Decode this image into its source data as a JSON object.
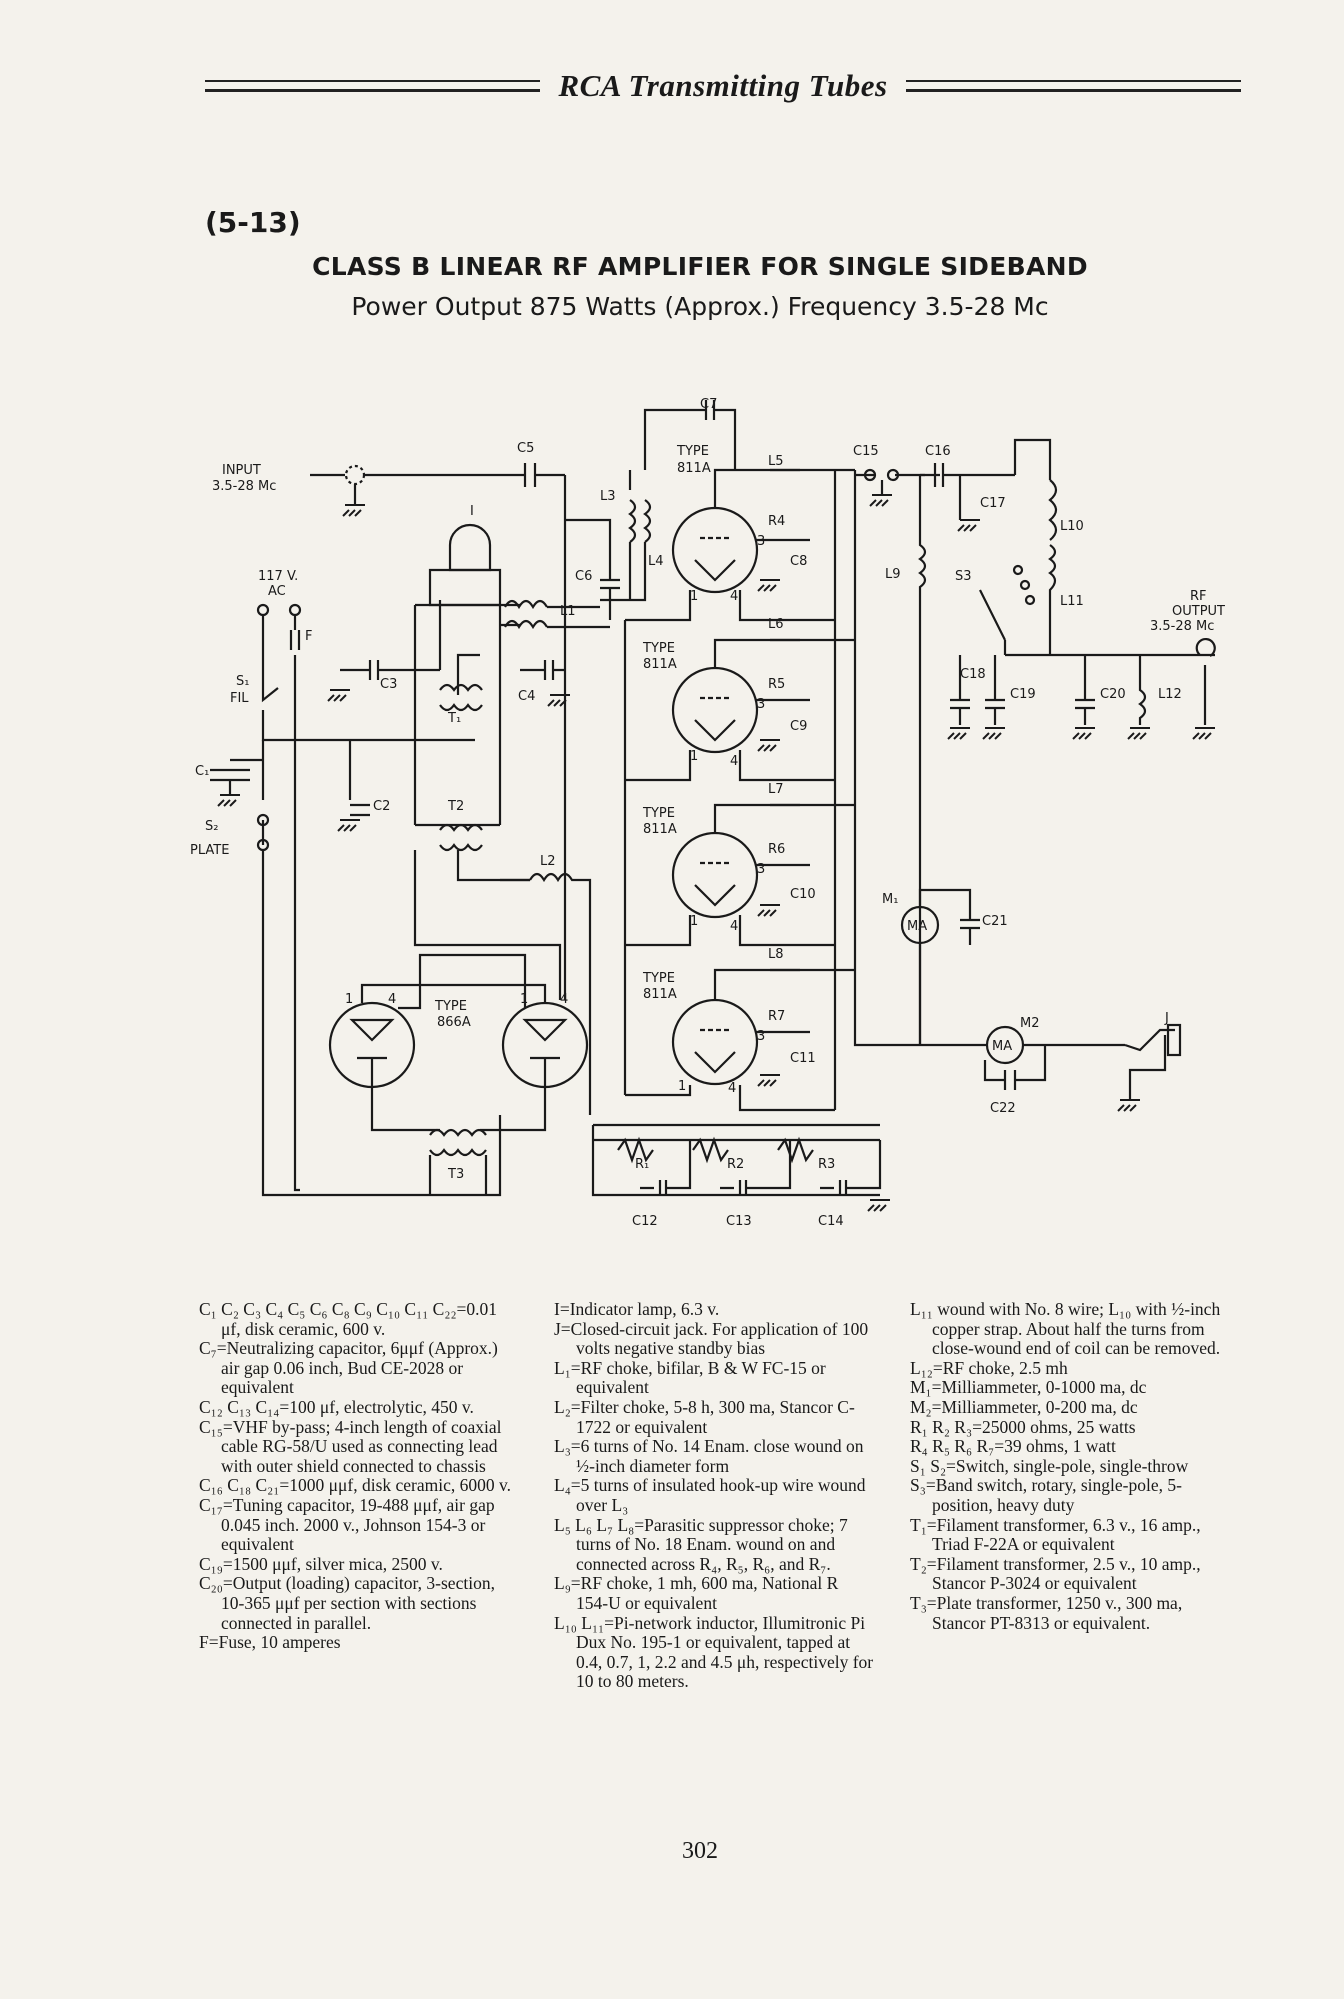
{
  "running_head": "RCA Transmitting Tubes",
  "figure": {
    "number": "(5-13)",
    "title": "CLASS B LINEAR RF AMPLIFIER FOR SINGLE SIDEBAND",
    "subtitle": "Power Output 875 Watts (Approx.) Frequency 3.5-28 Mc"
  },
  "schematic_labels": {
    "input": "INPUT",
    "input_freq": "3.5-28 Mc",
    "ac_supply": "117 V.",
    "ac": "AC",
    "fuse": "F",
    "s1": "S₁",
    "fil": "FIL",
    "c1": "C₁",
    "s2": "S₂",
    "plate": "PLATE",
    "lamp": "I",
    "c2": "C2",
    "c3": "C3",
    "c4": "C4",
    "c5": "C5",
    "c6": "C6",
    "c7": "C7",
    "c8": "C8",
    "c9": "C9",
    "c10": "C10",
    "c11": "C11",
    "c12": "C12",
    "c13": "C13",
    "c14": "C14",
    "c15": "C15",
    "c16": "C16",
    "c17": "C17",
    "c18": "C18",
    "c19": "C19",
    "c20": "C20",
    "c21": "C21",
    "c22": "C22",
    "l1": "L1",
    "l2": "L2",
    "l3": "L3",
    "l4": "L4",
    "l5": "L5",
    "l6": "L6",
    "l7": "L7",
    "l8": "L8",
    "l9": "L9",
    "l10": "L10",
    "l11": "L11",
    "l12": "L12",
    "t1": "T₁",
    "t2": "T2",
    "t3": "T3",
    "r1": "R₁",
    "r2": "R2",
    "r3": "R3",
    "r4": "R4",
    "r5": "R5",
    "r6": "R6",
    "r7": "R7",
    "m1": "M₁",
    "m2": "M2",
    "meter": "MA",
    "j": "J",
    "s3": "S3",
    "tube_type": "TYPE",
    "tube_811a": "811A",
    "tube_866a": "866A",
    "pin1": "1",
    "pin3": "3",
    "pin4": "4",
    "rf_output": "RF",
    "output": "OUTPUT",
    "output_freq": "3.5-28 Mc"
  },
  "legend_columns": [
    [
      "C₁ C₂ C₃ C₄ C₅ C₆ C₈ C₉ C₁₀ C₁₁ C₂₂=0.01 μf, disk ceramic, 600 v.",
      "C₇=Neutralizing capacitor, 6μμf (Approx.) air gap 0.06 inch, Bud CE-2028 or equivalent",
      "C₁₂ C₁₃ C₁₄=100 μf, electrolytic, 450 v.",
      "C₁₅=VHF by-pass; 4-inch length of coaxial cable RG-58/U used as connecting lead with outer shield connected to chassis",
      "C₁₆ C₁₈ C₂₁=1000 μμf, disk ceramic, 6000 v.",
      "C₁₇=Tuning capacitor, 19-488 μμf, air gap 0.045 inch. 2000 v., Johnson 154-3 or equivalent",
      "C₁₉=1500 μμf, silver mica, 2500 v.",
      "C₂₀=Output (loading) capacitor, 3-section, 10-365 μμf per section with sections connected in parallel.",
      "F=Fuse, 10 amperes"
    ],
    [
      "I=Indicator lamp, 6.3 v.",
      "J=Closed-circuit jack. For application of 100 volts negative standby bias",
      "L₁=RF choke, bifilar, B & W FC-15 or equivalent",
      "L₂=Filter choke, 5-8 h, 300 ma, Stancor C-1722 or equivalent",
      "L₃=6 turns of No. 14 Enam. close wound on ½-inch diameter form",
      "L₄=5 turns of insulated hook-up wire wound over L₃",
      "L₅ L₆ L₇ L₈=Parasitic suppressor choke; 7 turns of No. 18 Enam. wound on and connected across R₄, R₅, R₆, and R₇.",
      "L₉=RF choke, 1 mh, 600 ma, National R 154-U or equivalent",
      "L₁₀ L₁₁=Pi-network inductor, Illumitronic Pi Dux No. 195-1 or equivalent, tapped at 0.4, 0.7, 1, 2.2 and 4.5 μh, respectively for 10 to 80 meters."
    ],
    [
      "L₁₁ wound with No. 8 wire; L₁₀ with ½-inch copper strap. About half the turns from close-wound end of coil can be removed.",
      "L₁₂=RF choke, 2.5 mh",
      "M₁=Milliammeter, 0-1000 ma, dc",
      "M₂=Milliammeter, 0-200 ma, dc",
      "R₁ R₂ R₃=25000 ohms, 25 watts",
      "R₄ R₅ R₆ R₇=39 ohms, 1 watt",
      "S₁ S₂=Switch, single-pole, single-throw",
      "S₃=Band switch, rotary, single-pole, 5-position, heavy duty",
      "T₁=Filament transformer, 6.3 v., 16 amp., Triad F-22A or equivalent",
      "T₂=Filament transformer, 2.5 v., 10 amp., Stancor P-3024 or equivalent",
      "T₃=Plate transformer, 1250 v., 300 ma, Stancor PT-8313 or equivalent."
    ]
  ],
  "page_number": "302"
}
